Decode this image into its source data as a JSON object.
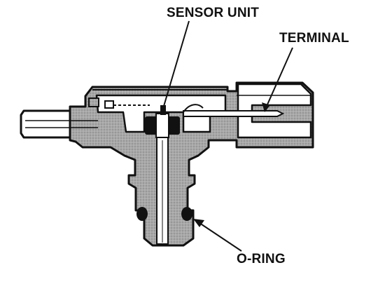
{
  "diagram": {
    "colors": {
      "ink": "#111111",
      "body_fill": "#a8a8a8",
      "paper": "#ffffff"
    },
    "labels": {
      "sensor_unit": "SENSOR UNIT",
      "terminal": "TERMINAL",
      "o_ring": "O-RING"
    }
  }
}
